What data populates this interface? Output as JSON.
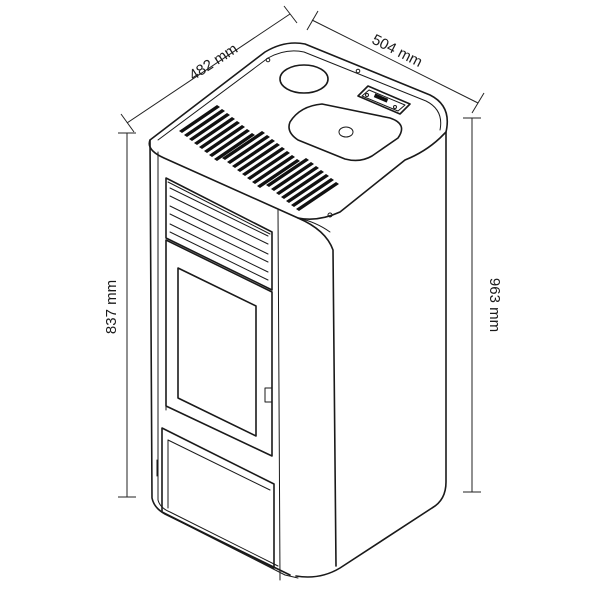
{
  "dimensions": {
    "width_label": "482 mm",
    "depth_label": "504 mm",
    "height_label": "963 mm",
    "front_height_label": "837 mm"
  }
}
